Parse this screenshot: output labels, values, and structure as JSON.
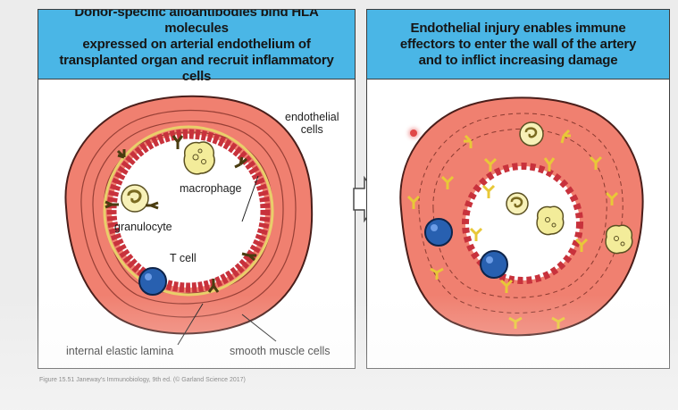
{
  "left_panel": {
    "title": "Donor-specific alloantibodies bind HLA molecules\nexpressed on arterial endothelium of\ntransplanted organ and recruit inflammatory cells",
    "labels": {
      "endothelial": "endothelial\ncells",
      "macrophage": "macrophage",
      "granulocyte": "granulocyte",
      "tcell": "T cell",
      "lamina": "internal elastic lamina",
      "smooth": "smooth muscle cells"
    }
  },
  "right_panel": {
    "title": "Endothelial injury enables immune\neffectors to enter the wall of the artery\nand to inflict increasing damage"
  },
  "caption": "Figure 15.51  Janeway's Immunobiology, 9th ed. (© Garland Science 2017)",
  "colors": {
    "header_bg": "#4ab6e6",
    "wall": "#f08070",
    "endothelium": "#c8323c",
    "antibody": "#e8c838",
    "tcell": "#2860b0"
  }
}
